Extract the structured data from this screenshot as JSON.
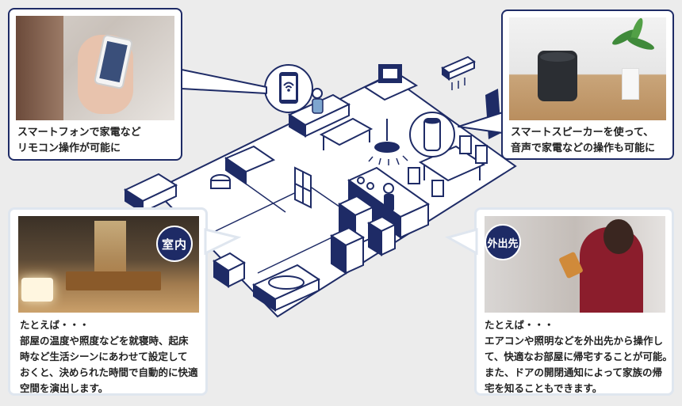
{
  "callouts": {
    "smartphone": {
      "caption_lines": [
        "スマートフォンで家電など",
        "リモコン操作が可能に"
      ]
    },
    "speaker": {
      "caption_lines": [
        "スマートスピーカーを使って、",
        "音声で家電などの操作も可能に"
      ]
    }
  },
  "panels": {
    "indoor": {
      "badge": "室内",
      "text_lines": [
        "たとえば・・・",
        "部屋の温度や照度などを就寝時、起床",
        "時など生活シーンにあわせて設定して",
        "おくと、決められた時間で自動的に快適",
        "空間を演出します。"
      ]
    },
    "outside": {
      "badge": "外出先",
      "text_lines": [
        "たとえば・・・",
        "エアコンや照明などを外出先から操作し",
        "て、快適なお部屋に帰宅することが可能。",
        "また、ドアの開閉通知によって家族の帰",
        "宅を知ることもできます。"
      ]
    }
  },
  "colors": {
    "navy": "#1e2b66",
    "floor": "#ffffff",
    "background": "#ececec",
    "panel_border": "#dfe6ef"
  },
  "icons": [
    "smartphone-wifi-icon",
    "smart-speaker-icon",
    "ceiling-light-icon"
  ]
}
